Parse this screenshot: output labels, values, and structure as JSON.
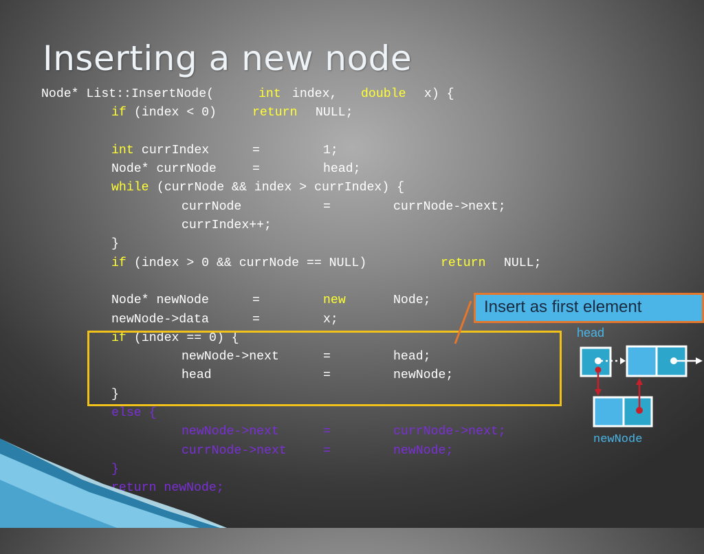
{
  "slide": {
    "title": "Inserting a new node",
    "callout": "Insert as first element"
  },
  "code": {
    "l1": {
      "a": "Node* List::InsertNode(",
      "b": "int",
      "c": " index, ",
      "d": "double",
      "e": " x) {"
    },
    "l2": {
      "a": "if",
      "b": " (index < 0) ",
      "c": "return",
      "d": " NULL;"
    },
    "l4": {
      "a": "int",
      "b": " currIndex",
      "c": "=",
      "d": "1;"
    },
    "l5": {
      "a": "Node* currNode",
      "b": "=",
      "c": "head;"
    },
    "l6": {
      "a": "while",
      "b": " (currNode && index > currIndex) {"
    },
    "l7": {
      "a": "currNode",
      "b": "=",
      "c": "currNode->next;"
    },
    "l8": {
      "a": "currIndex++;"
    },
    "l9": {
      "a": "}"
    },
    "l10": {
      "a": "if",
      "b": " (index > 0 && currNode == NULL) ",
      "c": "return",
      "d": " NULL;"
    },
    "l12": {
      "a": "Node* newNode",
      "b": "=",
      "c": "new",
      "d": "Node;"
    },
    "l13": {
      "a": "newNode->data",
      "b": "=",
      "c": "x;"
    },
    "l14": {
      "a": "if",
      "b": " (index == 0) {"
    },
    "l15": {
      "a": "newNode->next",
      "b": "=",
      "c": "head;"
    },
    "l16": {
      "a": "head",
      "b": "=",
      "c": "newNode;"
    },
    "l17": {
      "a": "}"
    },
    "l18": {
      "a": "else {"
    },
    "l19": {
      "a": "newNode->next",
      "b": "=",
      "c": "currNode->next;"
    },
    "l20": {
      "a": "currNode->next",
      "b": "=",
      "c": "newNode;"
    },
    "l21": {
      "a": "}"
    },
    "l22": {
      "a": "return newNode;"
    },
    "l23": {
      "a": "}"
    }
  },
  "diagram": {
    "head_label": "head",
    "new_node_label": "newNode"
  },
  "colors": {
    "code_text": "#ffffff",
    "keyword": "#ffff33",
    "dimmed_code": "#7a2fd6",
    "highlight_box": "#f2c21b",
    "callout_fill": "#4ab5e6",
    "callout_border": "#e3772d",
    "node_fill": "#4ab5e6",
    "pointer_red": "#c8202a"
  }
}
